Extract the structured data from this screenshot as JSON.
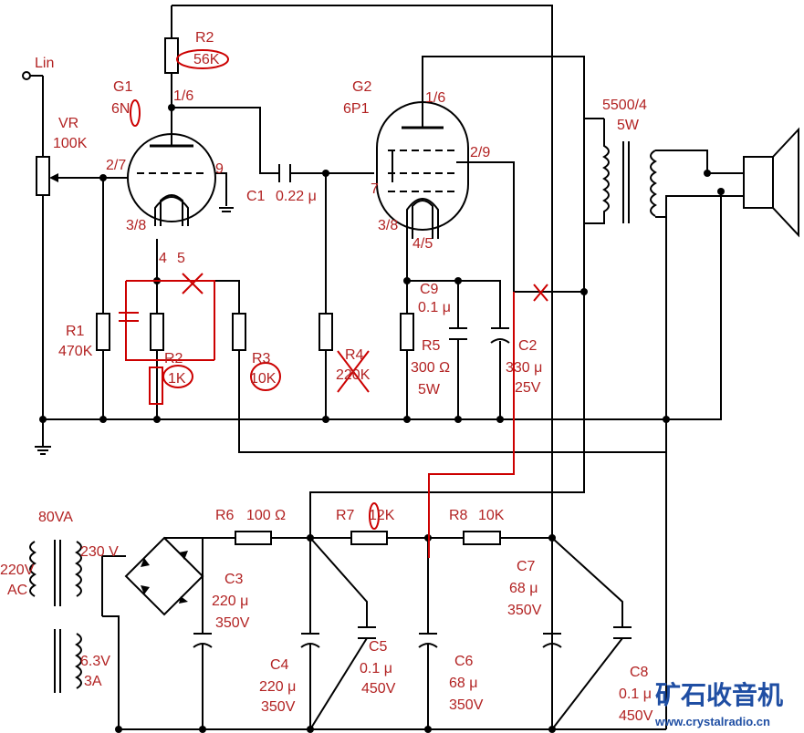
{
  "labels": {
    "lin": "Lin",
    "vr": "VR",
    "vr_val": "100K",
    "r2_top": "R2",
    "r2_top_val": "56K",
    "g1": "G1",
    "g1_tube": "6N",
    "pin_16_g1": "1/6",
    "pin_27": "2/7",
    "pin_9": "9",
    "pin_38_g1": "3/8",
    "pin_4": "4",
    "pin_5": "5",
    "c1": "C1",
    "c1_val": "0.22 μ",
    "g2": "G2",
    "g2_tube": "6P1",
    "pin_16_g2": "1/6",
    "pin_29": "2/9",
    "pin_7": "7",
    "pin_38_g2": "3/8",
    "pin_45": "4/5",
    "xfmr_out": "5500/4",
    "xfmr_out_w": "5W",
    "c9": "C9",
    "c9_val": "0.1 μ",
    "r1": "R1",
    "r1_val": "470K",
    "r2_k": "R2",
    "r2_k_val": "1K",
    "r3": "R3",
    "r3_val": "10K",
    "r4": "R4",
    "r4_val": "220K",
    "r5": "R5",
    "r5_val": "300 Ω",
    "r5_w": "5W",
    "c2": "C2",
    "c2_val": "330 μ",
    "c2_v": "25V",
    "va80": "80VA",
    "ac220": "220V",
    "ac": "AC",
    "sec230": "230 V",
    "sec63": "6.3V",
    "sec3a": "3A",
    "r6": "R6",
    "r6_val": "100 Ω",
    "r7": "R7",
    "r7_val": "12K",
    "r8": "R8",
    "r8_val": "10K",
    "c3": "C3",
    "c3_val": "220 μ",
    "c3_v": "350V",
    "c4": "C4",
    "c4_val": "220 μ",
    "c4_v": "350V",
    "c5": "C5",
    "c5_val": "0.1 μ",
    "c5_v": "450V",
    "c6": "C6",
    "c6_val": "68 μ",
    "c6_v": "350V",
    "c7": "C7",
    "c7_val": "68 μ",
    "c7_v": "350V",
    "c8": "C8",
    "c8_val": "0.1 μ",
    "c8_v": "450V"
  },
  "watermark": {
    "name": "矿石收音机",
    "url": "www.crystalradio.cn"
  },
  "colors": {
    "wire": "#000000",
    "annotation": "#cc0000",
    "label": "#b22222",
    "watermark": "#1f4ea3"
  }
}
